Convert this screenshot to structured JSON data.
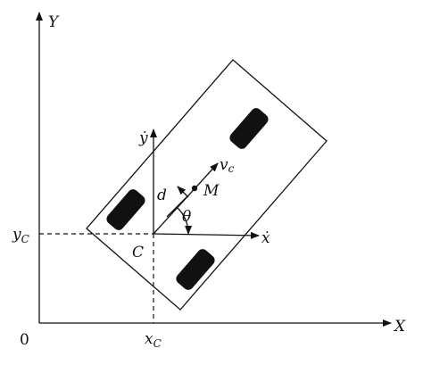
{
  "labels": {
    "axis_x": "X",
    "axis_y": "Y",
    "origin": "0",
    "yc_main": "y",
    "yc_sub": "C",
    "xc_main": "x",
    "xc_sub": "C",
    "point_c": "C",
    "point_m": "M",
    "dist_d": "d",
    "angle_theta": "θ",
    "vel_main": "v",
    "vel_sub": "c",
    "body_x_dot": "ẋ",
    "body_y_dot": "ẏ"
  }
}
